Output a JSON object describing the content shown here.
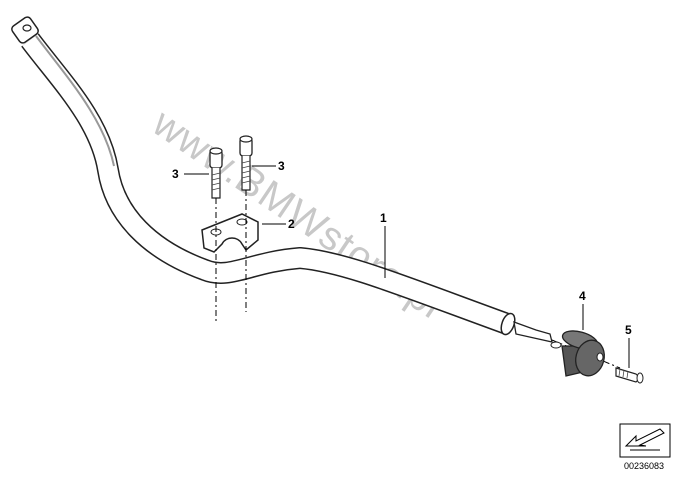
{
  "watermark": "www.BMWstore.pl",
  "callouts": [
    {
      "id": "1",
      "label": "1"
    },
    {
      "id": "2",
      "label": "2"
    },
    {
      "id": "3a",
      "label": "3"
    },
    {
      "id": "3b",
      "label": "3"
    },
    {
      "id": "4",
      "label": "4"
    },
    {
      "id": "5",
      "label": "5"
    }
  ],
  "diagram_number": "00236083"
}
